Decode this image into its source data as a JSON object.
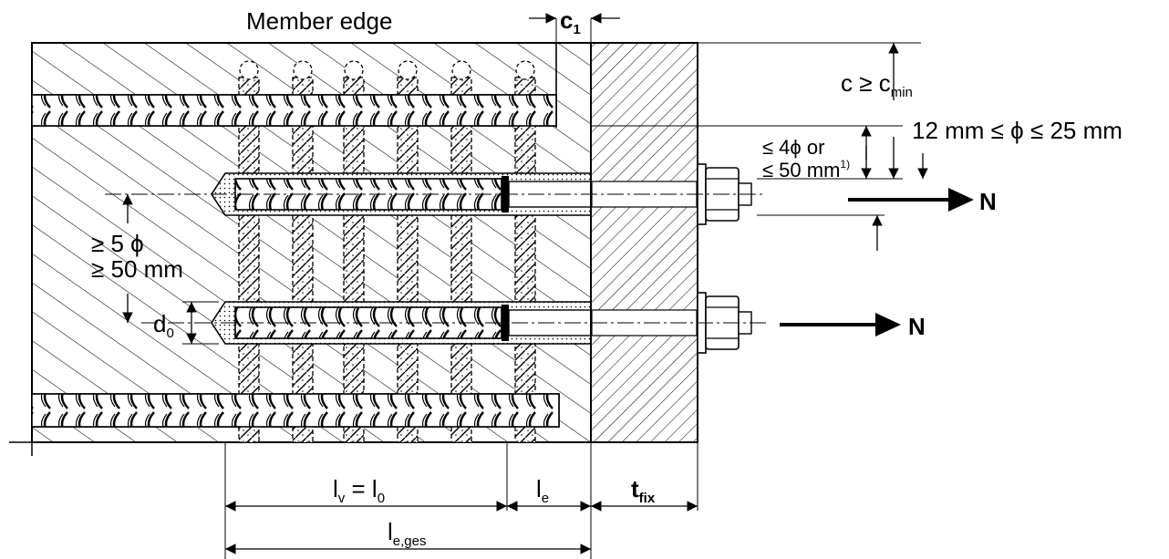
{
  "labels": {
    "member_edge": "Member edge",
    "c1_main": "c",
    "c1_sub": "1",
    "c_main": "c ≥ c",
    "c_sub": "min",
    "phi_range": "12 mm ≤ ϕ ≤ 25 mm",
    "spacing_edge_1": "≤ 4ϕ or",
    "spacing_edge_2": "≤ 50 mm",
    "footnote_mark": "1)",
    "force_top": "N",
    "force_bottom": "N",
    "spacing_1": "≥ 5 ϕ",
    "spacing_2": "≥ 50 mm",
    "d0_main": "d",
    "d0_sub": "0",
    "lv_l": "l",
    "lv_sub_v": "v",
    "lv_eq": " = l",
    "lv_sub_0": "0",
    "le_main": "l",
    "le_sub": "e",
    "tfix_main": "t",
    "tfix_sub": "fix",
    "leges_main": "l",
    "leges_sub": "e,ges"
  }
}
